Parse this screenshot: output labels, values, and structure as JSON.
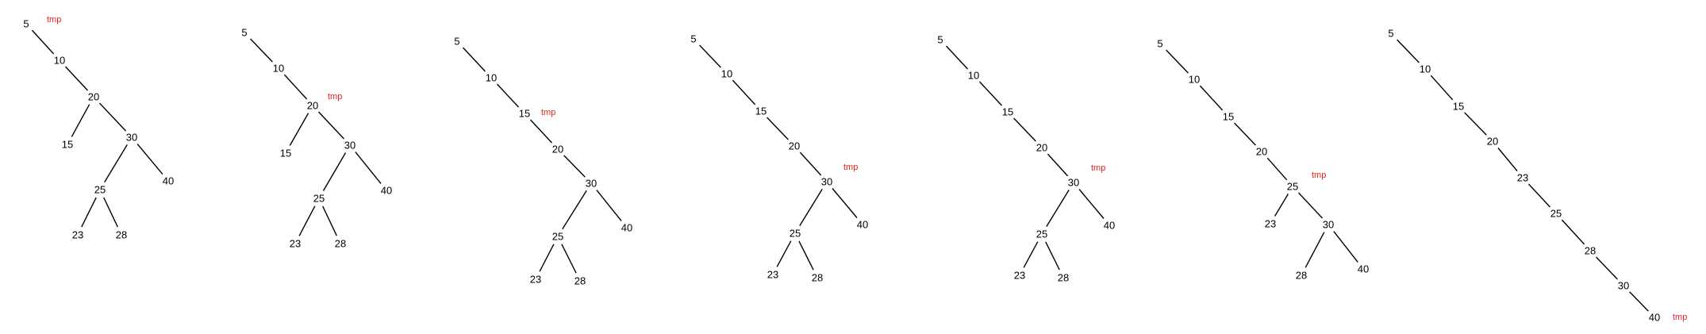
{
  "pointer_label": "tmp",
  "colors": {
    "pointer": "#e8201c",
    "node": "#000000",
    "edge": "#000000"
  },
  "diagrams": [
    {
      "nodes": [
        {
          "id": "n5",
          "label": "5"
        },
        {
          "id": "n10",
          "label": "10"
        },
        {
          "id": "n20",
          "label": "20"
        },
        {
          "id": "n15",
          "label": "15"
        },
        {
          "id": "n30",
          "label": "30"
        },
        {
          "id": "n25",
          "label": "25"
        },
        {
          "id": "n40",
          "label": "40"
        },
        {
          "id": "n23",
          "label": "23"
        },
        {
          "id": "n28",
          "label": "28"
        }
      ],
      "edges": [
        [
          "n5",
          "n10"
        ],
        [
          "n10",
          "n20"
        ],
        [
          "n20",
          "n15"
        ],
        [
          "n20",
          "n30"
        ],
        [
          "n30",
          "n25"
        ],
        [
          "n30",
          "n40"
        ],
        [
          "n25",
          "n23"
        ],
        [
          "n25",
          "n28"
        ]
      ],
      "tmp_at": "n5"
    },
    {
      "nodes": [
        {
          "id": "n5",
          "label": "5"
        },
        {
          "id": "n10",
          "label": "10"
        },
        {
          "id": "n20",
          "label": "20"
        },
        {
          "id": "n15",
          "label": "15"
        },
        {
          "id": "n30",
          "label": "30"
        },
        {
          "id": "n25",
          "label": "25"
        },
        {
          "id": "n40",
          "label": "40"
        },
        {
          "id": "n23",
          "label": "23"
        },
        {
          "id": "n28",
          "label": "28"
        }
      ],
      "edges": [
        [
          "n5",
          "n10"
        ],
        [
          "n10",
          "n20"
        ],
        [
          "n20",
          "n15"
        ],
        [
          "n20",
          "n30"
        ],
        [
          "n30",
          "n25"
        ],
        [
          "n30",
          "n40"
        ],
        [
          "n25",
          "n23"
        ],
        [
          "n25",
          "n28"
        ]
      ],
      "tmp_at": "n20"
    },
    {
      "nodes": [
        {
          "id": "n5",
          "label": "5"
        },
        {
          "id": "n10",
          "label": "10"
        },
        {
          "id": "n15",
          "label": "15"
        },
        {
          "id": "n20",
          "label": "20"
        },
        {
          "id": "n30",
          "label": "30"
        },
        {
          "id": "n25",
          "label": "25"
        },
        {
          "id": "n40",
          "label": "40"
        },
        {
          "id": "n23",
          "label": "23"
        },
        {
          "id": "n28",
          "label": "28"
        }
      ],
      "edges": [
        [
          "n5",
          "n10"
        ],
        [
          "n10",
          "n15"
        ],
        [
          "n15",
          "n20"
        ],
        [
          "n20",
          "n30"
        ],
        [
          "n30",
          "n25"
        ],
        [
          "n30",
          "n40"
        ],
        [
          "n25",
          "n23"
        ],
        [
          "n25",
          "n28"
        ]
      ],
      "tmp_at": "n15"
    },
    {
      "nodes": [
        {
          "id": "n5",
          "label": "5"
        },
        {
          "id": "n10",
          "label": "10"
        },
        {
          "id": "n15",
          "label": "15"
        },
        {
          "id": "n20",
          "label": "20"
        },
        {
          "id": "n30",
          "label": "30"
        },
        {
          "id": "n25",
          "label": "25"
        },
        {
          "id": "n40",
          "label": "40"
        },
        {
          "id": "n23",
          "label": "23"
        },
        {
          "id": "n28",
          "label": "28"
        }
      ],
      "edges": [
        [
          "n5",
          "n10"
        ],
        [
          "n10",
          "n15"
        ],
        [
          "n15",
          "n20"
        ],
        [
          "n20",
          "n30"
        ],
        [
          "n30",
          "n25"
        ],
        [
          "n30",
          "n40"
        ],
        [
          "n25",
          "n23"
        ],
        [
          "n25",
          "n28"
        ]
      ],
      "tmp_at": "n30"
    },
    {
      "nodes": [
        {
          "id": "n5",
          "label": "5"
        },
        {
          "id": "n10",
          "label": "10"
        },
        {
          "id": "n15",
          "label": "15"
        },
        {
          "id": "n20",
          "label": "20"
        },
        {
          "id": "n30",
          "label": "30"
        },
        {
          "id": "n25",
          "label": "25"
        },
        {
          "id": "n40",
          "label": "40"
        },
        {
          "id": "n23",
          "label": "23"
        },
        {
          "id": "n28",
          "label": "28"
        }
      ],
      "edges": [
        [
          "n5",
          "n10"
        ],
        [
          "n10",
          "n15"
        ],
        [
          "n15",
          "n20"
        ],
        [
          "n20",
          "n30"
        ],
        [
          "n30",
          "n25"
        ],
        [
          "n30",
          "n40"
        ],
        [
          "n25",
          "n23"
        ],
        [
          "n25",
          "n28"
        ]
      ],
      "tmp_at": "n30"
    },
    {
      "nodes": [
        {
          "id": "n5",
          "label": "5"
        },
        {
          "id": "n10",
          "label": "10"
        },
        {
          "id": "n15",
          "label": "15"
        },
        {
          "id": "n20",
          "label": "20"
        },
        {
          "id": "n25",
          "label": "25"
        },
        {
          "id": "n23",
          "label": "23"
        },
        {
          "id": "n30",
          "label": "30"
        },
        {
          "id": "n28",
          "label": "28"
        },
        {
          "id": "n40",
          "label": "40"
        }
      ],
      "edges": [
        [
          "n5",
          "n10"
        ],
        [
          "n10",
          "n15"
        ],
        [
          "n15",
          "n20"
        ],
        [
          "n20",
          "n25"
        ],
        [
          "n25",
          "n23"
        ],
        [
          "n25",
          "n30"
        ],
        [
          "n30",
          "n28"
        ],
        [
          "n30",
          "n40"
        ]
      ],
      "tmp_at": "n25"
    },
    {
      "nodes": [
        {
          "id": "n5",
          "label": "5"
        },
        {
          "id": "n10",
          "label": "10"
        },
        {
          "id": "n15",
          "label": "15"
        },
        {
          "id": "n20",
          "label": "20"
        },
        {
          "id": "n23",
          "label": "23"
        },
        {
          "id": "n25",
          "label": "25"
        },
        {
          "id": "n28",
          "label": "28"
        },
        {
          "id": "n30",
          "label": "30"
        },
        {
          "id": "n40",
          "label": "40"
        }
      ],
      "edges": [
        [
          "n5",
          "n10"
        ],
        [
          "n10",
          "n15"
        ],
        [
          "n15",
          "n20"
        ],
        [
          "n20",
          "n23"
        ],
        [
          "n23",
          "n25"
        ],
        [
          "n25",
          "n28"
        ],
        [
          "n28",
          "n30"
        ],
        [
          "n30",
          "n40"
        ]
      ],
      "tmp_at": "n40"
    }
  ]
}
